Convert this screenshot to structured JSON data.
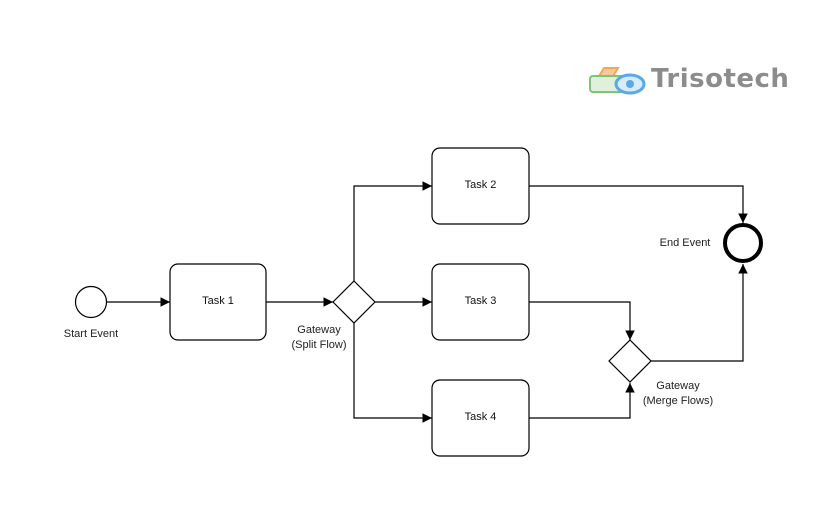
{
  "logo": {
    "brand_text": "Trisotech"
  },
  "diagram": {
    "start_event_label": "Start Event",
    "end_event_label": "End Event",
    "tasks": [
      "Task 1",
      "Task 2",
      "Task 3",
      "Task 4"
    ],
    "split_gateway_label_line1": "Gateway",
    "split_gateway_label_line2": "(Split Flow)",
    "merge_gateway_label_line1": "Gateway",
    "merge_gateway_label_line2": "(Merge Flows)"
  },
  "colors": {
    "stroke": "#000000",
    "logo_orange": "#f2a65a",
    "logo_green": "#7cc576",
    "logo_blue": "#5aa9e6",
    "brand_gray": "#8c8c8c"
  }
}
